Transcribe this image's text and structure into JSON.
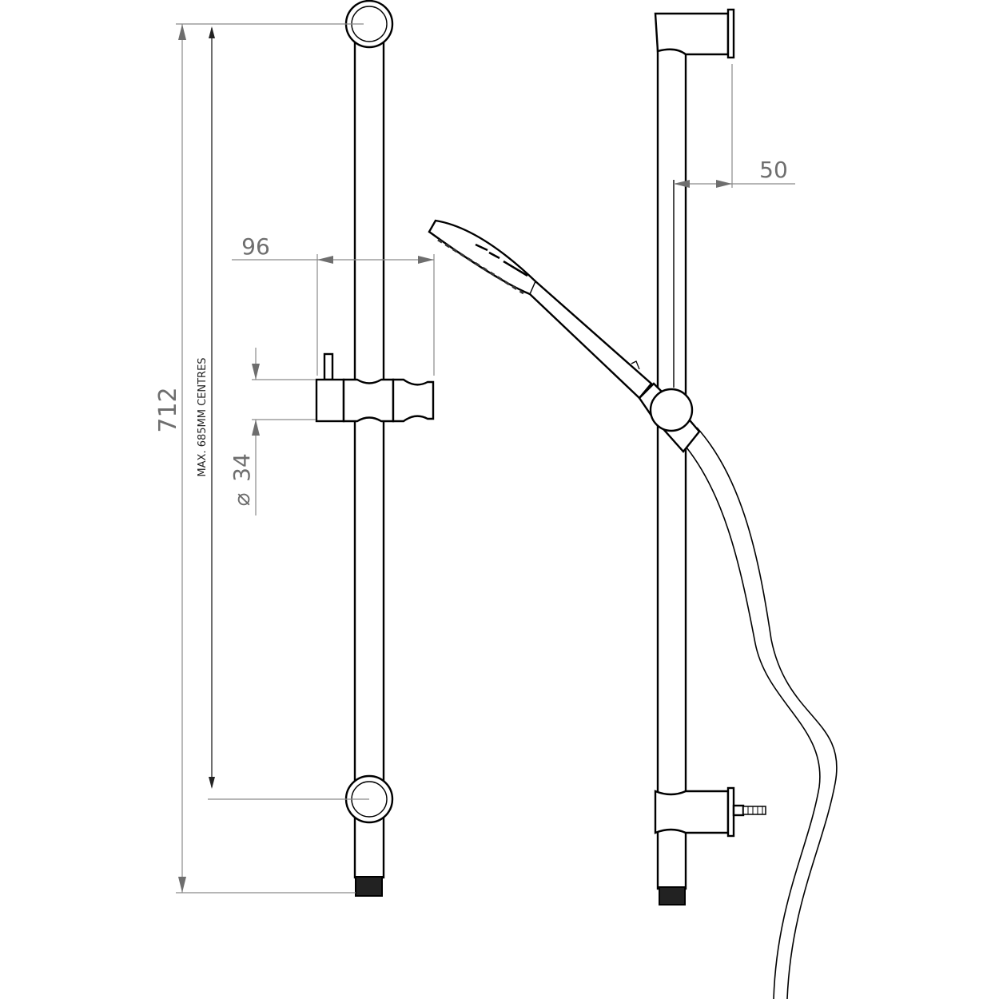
{
  "dimensions": {
    "overall_length": "712",
    "max_centres": "MAX. 685MM CENTRES",
    "holder_projection": "96",
    "diameter_symbol": "⌀",
    "diameter_value": "34",
    "wall_offset": "50"
  },
  "colors": {
    "line": "#000000",
    "dimension": "#8a8a8a"
  }
}
